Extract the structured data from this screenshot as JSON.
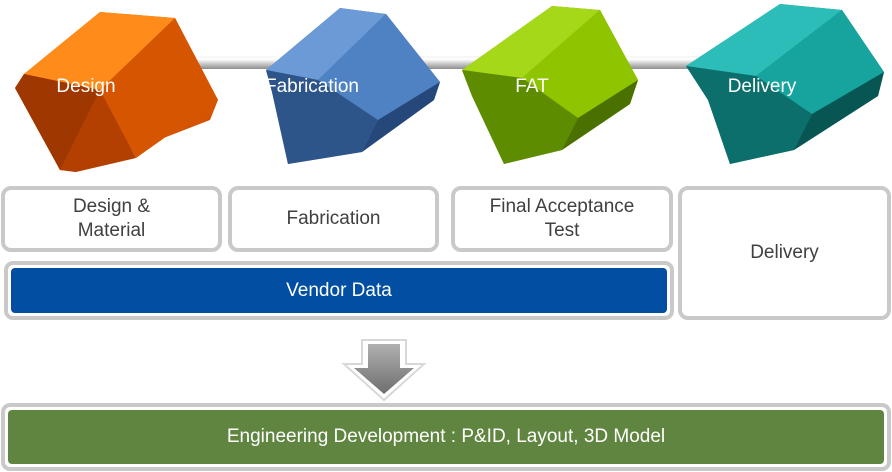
{
  "stages": [
    {
      "label": "Design",
      "color": "#f26b00"
    },
    {
      "label": "Fabrication",
      "color": "#4a7fc1"
    },
    {
      "label": "FAT",
      "color": "#8cc000"
    },
    {
      "label": "Delivery",
      "color": "#139c98"
    }
  ],
  "boxes": {
    "design_material": "Design & Material",
    "fabrication": "Fabrication",
    "final_acceptance_test": "Final Acceptance Test",
    "delivery": "Delivery"
  },
  "vendor_data": {
    "label": "Vendor Data",
    "color": "#024ea2"
  },
  "engineering": {
    "label": "Engineering Development : P&ID, Layout, 3D Model",
    "color": "#608540"
  },
  "arrow_icon": "down-arrow-icon"
}
